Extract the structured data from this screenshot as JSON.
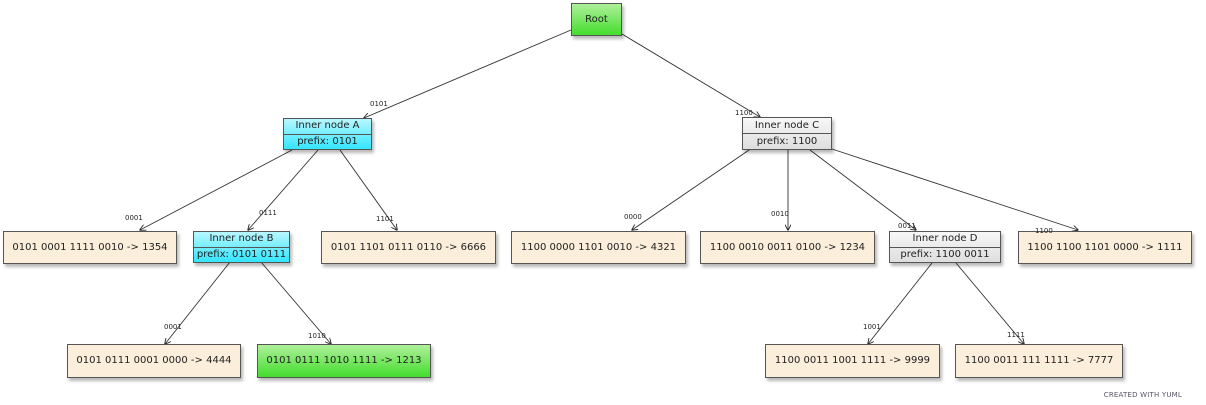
{
  "nodes": {
    "root": "Root",
    "inner_a": {
      "name": "Inner node A",
      "prefix": "prefix: 0101"
    },
    "inner_b": {
      "name": "Inner node B",
      "prefix": "prefix: 0101 0111"
    },
    "inner_c": {
      "name": "Inner node C",
      "prefix": "prefix: 1100"
    },
    "inner_d": {
      "name": "Inner node D",
      "prefix": "prefix: 1100 0011"
    },
    "leaf_1354": "0101 0001 1111 0010 -> 1354",
    "leaf_6666": "0101 1101 0111 0110 -> 6666",
    "leaf_4444": "0101 0111 0001 0000 -> 4444",
    "leaf_1213": "0101 0111 1010 1111 -> 1213",
    "leaf_4321": "1100 0000 1101 0010 -> 4321",
    "leaf_1234": "1100 0010 0011 0100 -> 1234",
    "leaf_1111": "1100 1100 1101 0000 -> 1111",
    "leaf_9999": "1100 0011 1001 1111 -> 9999",
    "leaf_7777": "1100 0011 111 1111 -> 7777"
  },
  "edges": {
    "root_a": "0101",
    "root_c": "1100",
    "a_1354": "0001",
    "a_b": "0111",
    "a_6666": "1101",
    "b_4444": "0001",
    "b_1213": "1010",
    "c_4321": "0000",
    "c_1234": "0010",
    "c_d": "0011",
    "c_1111": "1100",
    "d_9999": "1001",
    "d_7777": "1111"
  },
  "footer": "CREATED WITH YUML"
}
